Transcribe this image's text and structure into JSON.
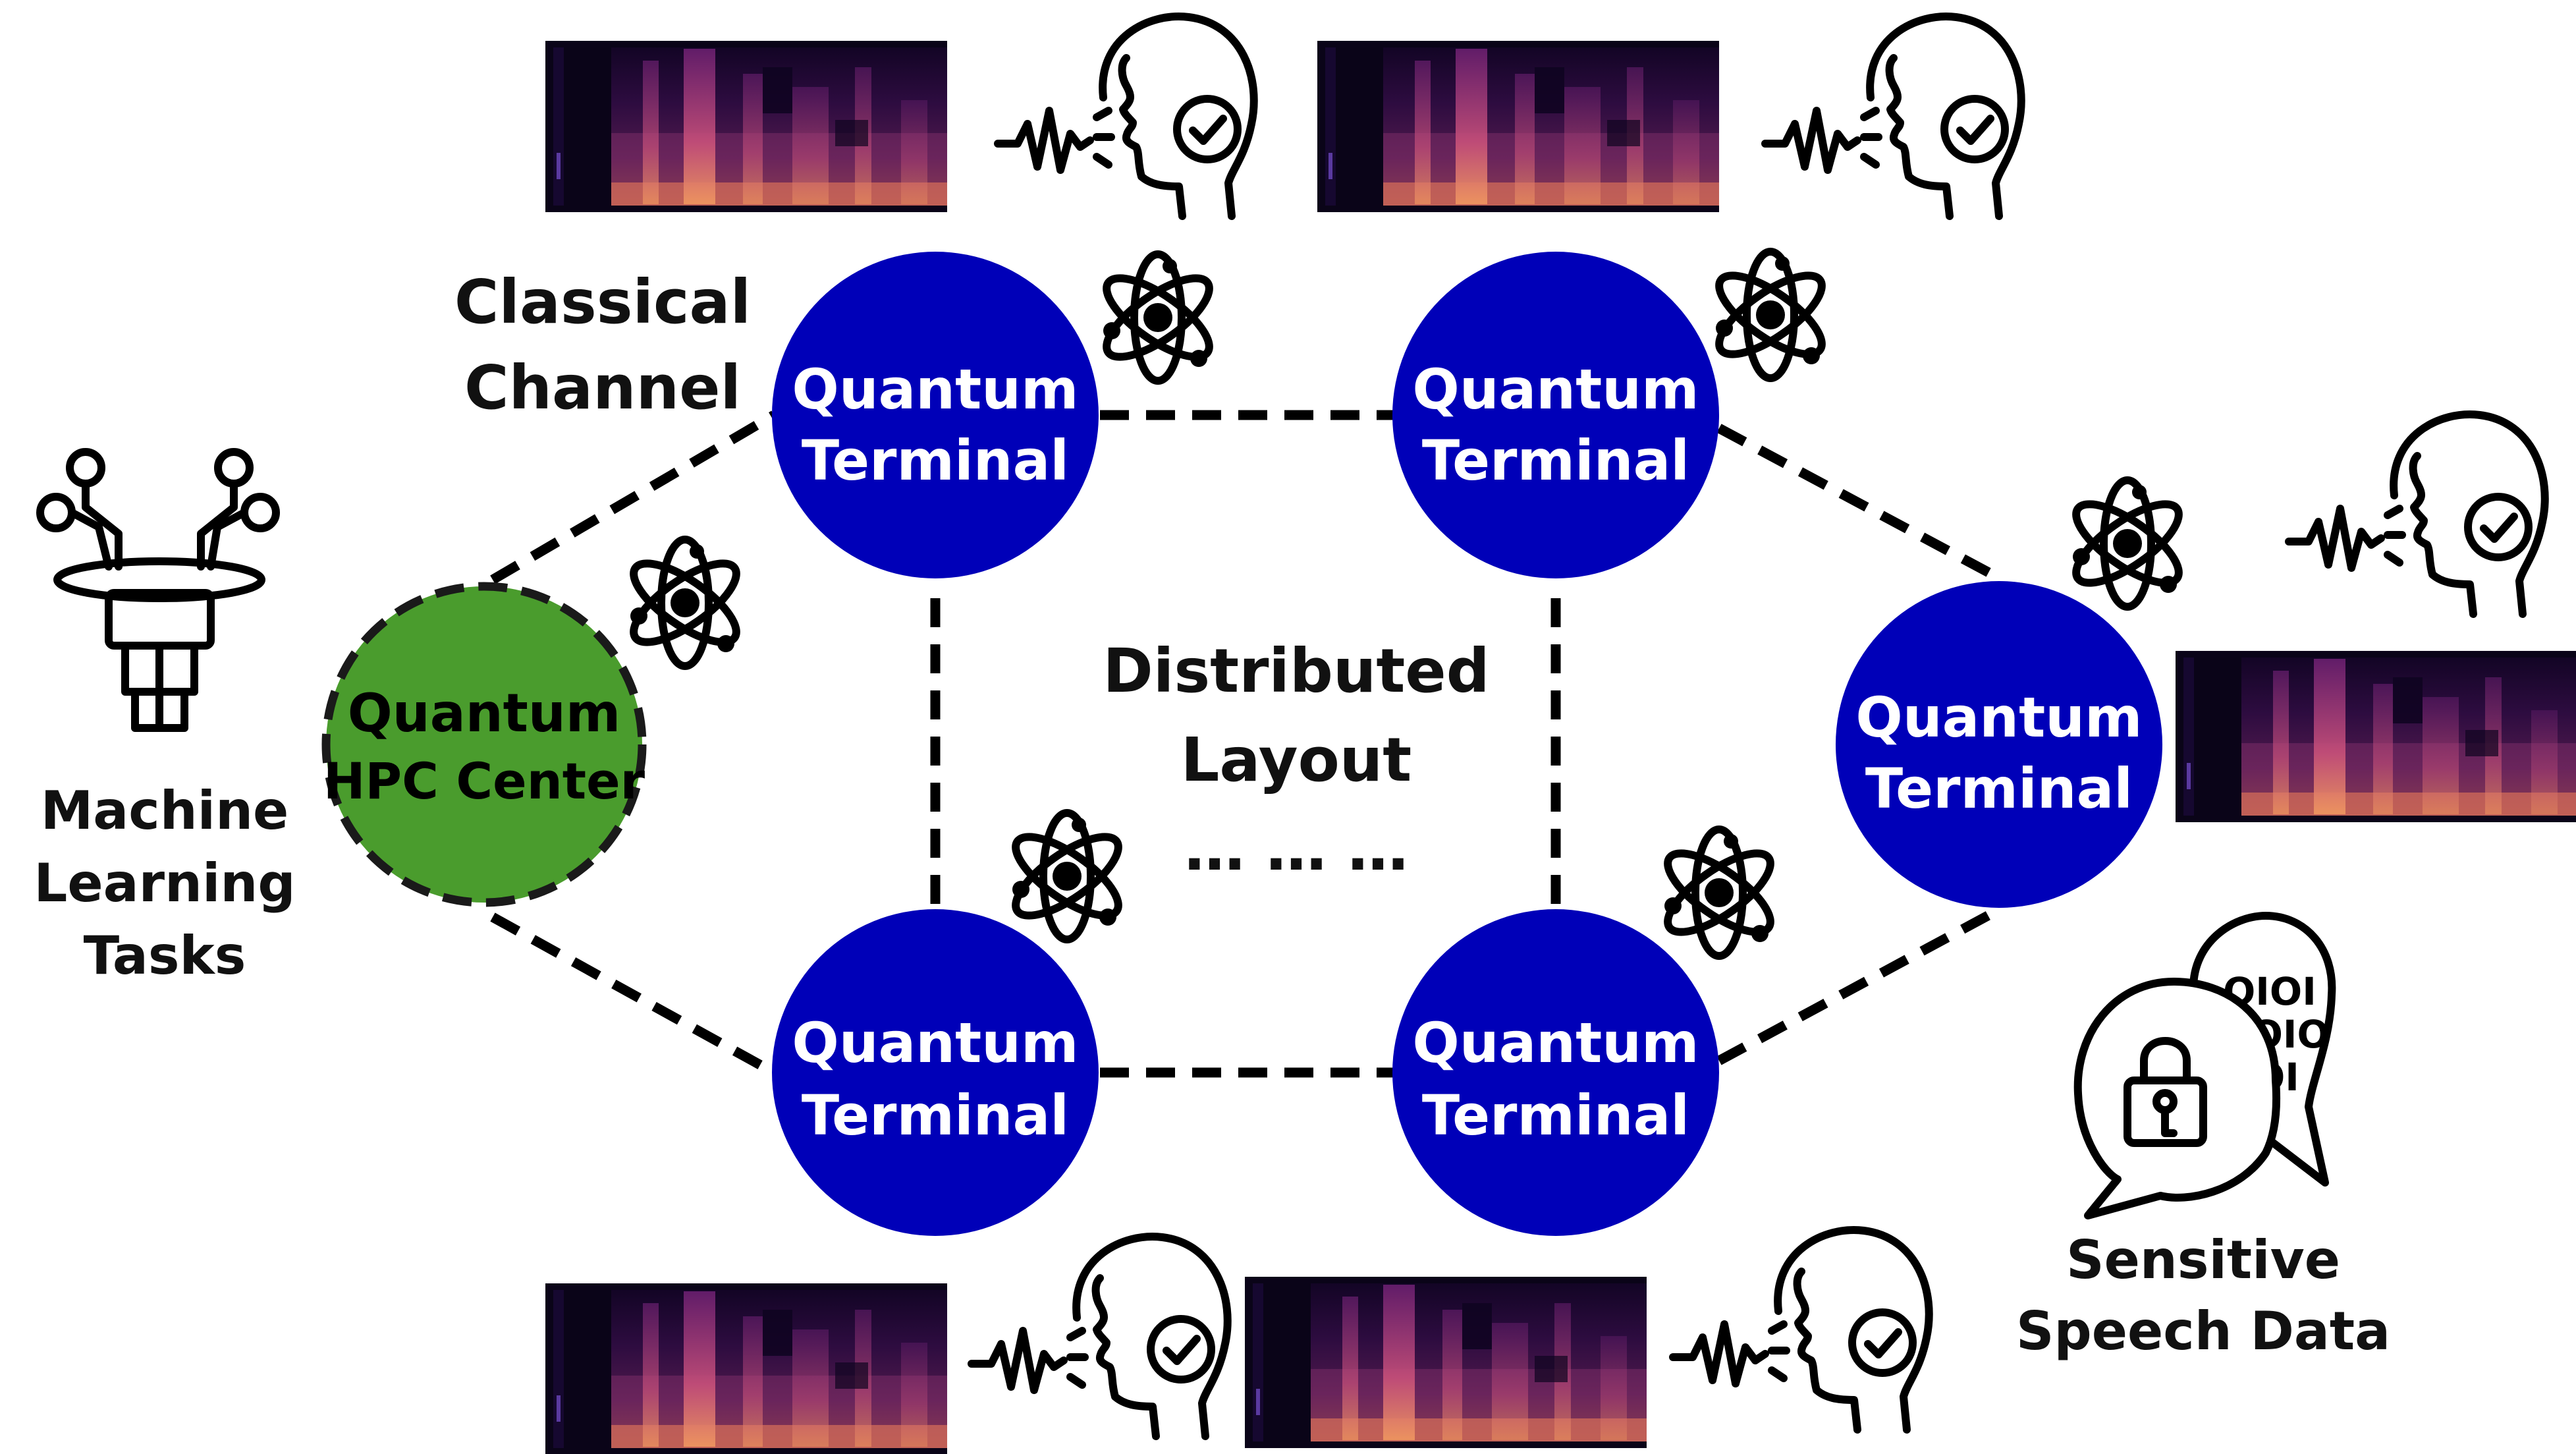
{
  "labels": {
    "classical_channel_line1": "Classical",
    "classical_channel_line2": "Channel",
    "distributed_line1": "Distributed",
    "distributed_line2": "Layout",
    "ellipsis": "… … …",
    "ml_line1": "Machine",
    "ml_line2": "Learning",
    "ml_line3": "Tasks",
    "sensitive_line1": "Sensitive",
    "sensitive_line2": "Speech Data"
  },
  "hpc": {
    "line1": "Quantum",
    "line2": "HPC Center",
    "color": "#4a9c2d"
  },
  "terminals": [
    {
      "line1": "Quantum",
      "line2": "Terminal"
    },
    {
      "line1": "Quantum",
      "line2": "Terminal"
    },
    {
      "line1": "Quantum",
      "line2": "Terminal"
    },
    {
      "line1": "Quantum",
      "line2": "Terminal"
    },
    {
      "line1": "Quantum",
      "line2": "Terminal"
    }
  ],
  "colors": {
    "terminal": "#0000b8",
    "spectrogram_bg": "#0a0418",
    "line": "#000000"
  },
  "icons": [
    "atom-icon",
    "speaking-head-check-icon",
    "robot-claw-icon",
    "secure-speech-bubbles-icon",
    "spectrogram-image"
  ]
}
